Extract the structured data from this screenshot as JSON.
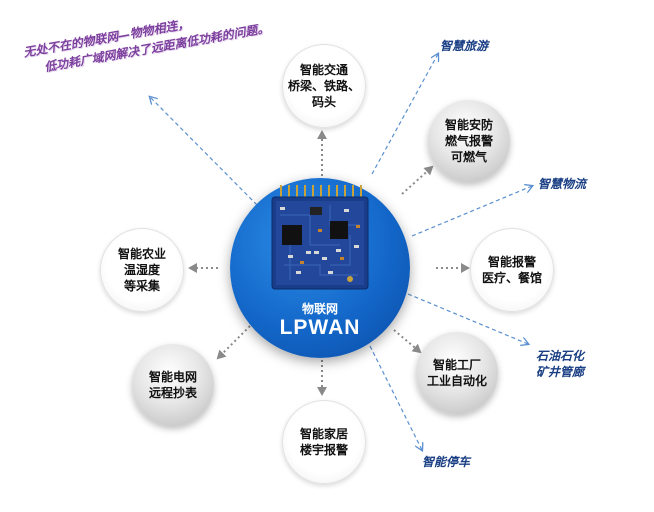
{
  "slogan": {
    "line1": "无处不在的物联网—物物相连，",
    "line2": "低功耗广域网解决了远距离低功耗的问题。"
  },
  "hub": {
    "label_cn": "物联网",
    "label_en": "LPWAN"
  },
  "nodes": {
    "traffic": {
      "line1": "智能交通",
      "line2": "桥梁、铁路、",
      "line3": "码头"
    },
    "security": {
      "line1": "智能安防",
      "line2": "燃气报警",
      "line3": "可燃气"
    },
    "alarm": {
      "line1": "智能报警",
      "line2": "医疗、餐馆"
    },
    "factory": {
      "line1": "智能工厂",
      "line2": "工业自动化"
    },
    "home": {
      "line1": "智能家居",
      "line2": "楼宇报警"
    },
    "grid": {
      "line1": "智能电网",
      "line2": "远程抄表"
    },
    "agri": {
      "line1": "智能农业",
      "line2": "温湿度",
      "line3": "等采集"
    }
  },
  "leaves": {
    "tourism": "智慧旅游",
    "logistics": "智慧物流",
    "petro": {
      "line1": "石油石化",
      "line2": "矿井管廊"
    },
    "parking": "智能停车"
  },
  "colors": {
    "hub_blue": "#1367c9",
    "dashed_arrow": "#5a8fd0",
    "dotted_arrow": "#8a8a8a",
    "leaf_text": "#1a3f84",
    "slogan_text": "#7d3f9e"
  }
}
